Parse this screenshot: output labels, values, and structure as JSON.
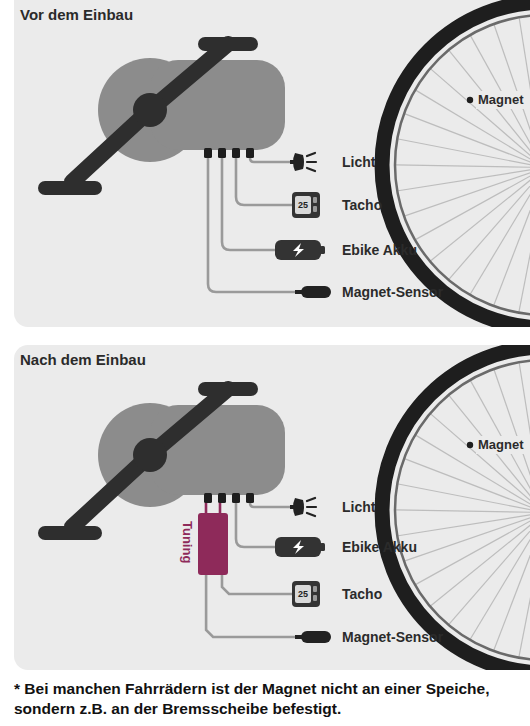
{
  "diagram": {
    "caption": "* Bei manchen Fahrrädern ist der Magnet nicht an einer Speiche, sondern z.B. an der Bremsscheibe befestigt.",
    "nodes": [
      {
        "text": [
          "Vor dem Einbau"
        ]
      },
      {
        "text": [
          "Licht"
        ],
        "in": 0
      },
      {
        "text": [
          "Tacho"
        ],
        "in": 0
      },
      {
        "text": [
          "Ebike Akku"
        ],
        "in": 0
      },
      {
        "text": [
          "Magnet-Sensor"
        ],
        "in": 0
      },
      {
        "text": [
          "Nach dem Einbau"
        ]
      },
      {
        "text": [
          "Licht"
        ],
        "in": 5
      },
      {
        "text": [
          "Tuning"
        ],
        "in": 5
      },
      {
        "text": [
          "Ebike Akku"
        ],
        "in": 5
      },
      {
        "text": [
          "Tacho"
        ],
        "in": 5
      },
      {
        "text": [
          "Magnet-Sensor"
        ],
        "in": 5
      }
    ],
    "edges": [
      {
        "from": 7,
        "to": 9,
        "arrow": "none"
      },
      {
        "from": 7,
        "to": 10,
        "arrow": "none"
      }
    ],
    "labels": [
      "Magnet",
      "25",
      "Magnet",
      "25"
    ]
  }
}
